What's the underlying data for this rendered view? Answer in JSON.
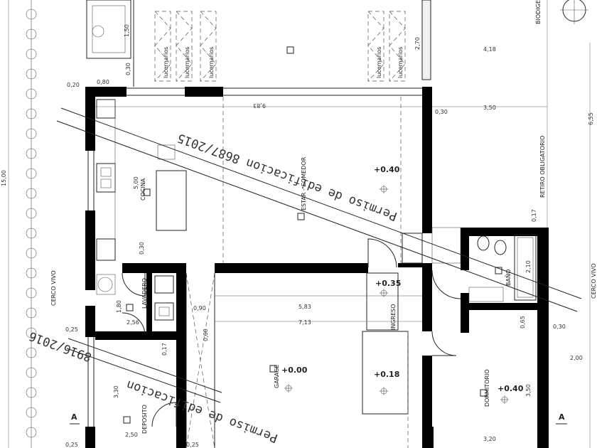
{
  "rooms": {
    "estar": "ESTAR - COMEDOR",
    "cocina": "COCINA",
    "lavadero": "LAVADERO",
    "deposito": "DEPOSITO",
    "garage": "GARAGE",
    "ingreso": "INGRESO",
    "dormitorio": "DORMITORIO",
    "bano": "BAÑO"
  },
  "skylights": [
    "lucernarios",
    "lucernarios",
    "lucernarios",
    "lucernarios",
    "lucernarios"
  ],
  "levels": {
    "estar": "+0.40",
    "ingreso": "+0.35",
    "garage": "+0.00",
    "porch": "+0.18",
    "dormitorio": "+0.40"
  },
  "dims": {
    "d150": "1,50",
    "d270": "2,70",
    "d418": "4,18",
    "d030a": "0,30",
    "d080": "0,80",
    "d020": "0,20",
    "d983": "9,83",
    "d030b": "0,30",
    "d350a": "3,50",
    "d655": "6,55",
    "d500": "5,00",
    "d030c": "0,30",
    "d1500": "15,00",
    "d017a": "0,17",
    "d210": "2,10",
    "d180": "1,80",
    "d090": "0,90",
    "d583": "5,83",
    "d713": "7,13",
    "d060": "0,60",
    "d256": "2,56",
    "d025a": "0,25",
    "d065": "0,65",
    "d030d": "0,30",
    "d017b": "0,17",
    "d200": "2,00",
    "d330": "3,30",
    "d250": "2,50",
    "d025b": "0,25",
    "d025c": "0,25",
    "d320": "3,20",
    "d350b": "3,50"
  },
  "annotations": {
    "cerco": "CERCO VIVO",
    "retiro": "RETIRO OBLIGATORIO",
    "biodigestor": "BIODIGESTOR",
    "cercoRight": "CERCO VIVO",
    "sectionLeft": "A",
    "sectionRight": "A"
  },
  "stamps": {
    "permiso1a": "Permiso de edificacion 8687/2015",
    "permiso2a": "Permiso de edificacion",
    "permiso2b": "8916/2016"
  }
}
